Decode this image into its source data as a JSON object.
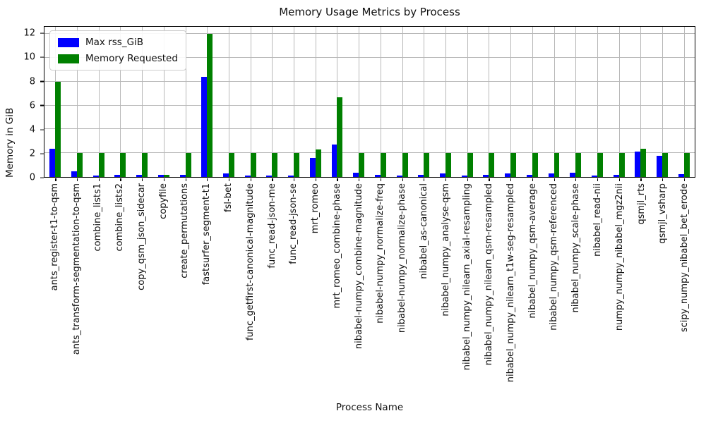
{
  "chart_data": {
    "type": "bar",
    "title": "Memory Usage Metrics by Process",
    "xlabel": "Process Name",
    "ylabel": "Memory in GiB",
    "ylim": [
      0,
      12.6
    ],
    "yticks": [
      0,
      2,
      4,
      6,
      8,
      10,
      12
    ],
    "grid": true,
    "legend_position": "upper-left",
    "categories": [
      "ants_register-t1-to-qsm",
      "ants_transform-segmentation-to-qsm",
      "combine_lists1",
      "combine_lists2",
      "copy_qsm_json_sidecar",
      "copyfile",
      "create_permutations",
      "fastsurfer_segment-t1",
      "fsl-bet",
      "func_getfirst-canonical-magnitude",
      "func_read-json-me",
      "func_read-json-se",
      "mrt_romeo",
      "mrt_romeo_combine-phase",
      "nibabel-numpy_combine-magnitude",
      "nibabel-numpy_normalize-freq",
      "nibabel-numpy_normalize-phase",
      "nibabel_as-canonical",
      "nibabel_numpy_analyse-qsm",
      "nibabel_numpy_nilearn_axial-resampling",
      "nibabel_numpy_nilearn_qsm-resampled",
      "nibabel_numpy_nilearn_t1w-seg-resampled",
      "nibabel_numpy_qsm-average",
      "nibabel_numpy_qsm-referenced",
      "nibabel_numpy_scale-phase",
      "nibabel_read-nii",
      "numpy_numpy_nibabel_mgz2nii",
      "qsmjl_rts",
      "qsmjl_vsharp",
      "scipy_numpy_nibabel_bet_erode"
    ],
    "series": [
      {
        "name": "Max rss_GiB",
        "color": "#0000ff",
        "values": [
          2.35,
          0.45,
          0.1,
          0.15,
          0.15,
          0.15,
          0.15,
          8.4,
          0.3,
          0.1,
          0.1,
          0.1,
          1.6,
          2.7,
          0.35,
          0.15,
          0.1,
          0.15,
          0.3,
          0.1,
          0.2,
          0.3,
          0.2,
          0.3,
          0.35,
          0.1,
          0.2,
          2.15,
          1.8,
          0.25
        ]
      },
      {
        "name": "Memory Requested",
        "color": "#008000",
        "values": [
          8,
          2,
          2,
          2,
          2,
          0.2,
          2,
          12,
          2,
          2,
          2,
          2,
          2.3,
          6.7,
          2,
          2,
          2,
          2,
          2,
          2,
          2,
          2,
          2,
          2,
          2,
          2,
          2,
          2.35,
          2,
          2
        ]
      }
    ]
  },
  "colors": {
    "grid": "#b8b8b8",
    "axis": "#000000",
    "text": "#111111",
    "legend_border": "#cccccc",
    "background": "#ffffff"
  }
}
